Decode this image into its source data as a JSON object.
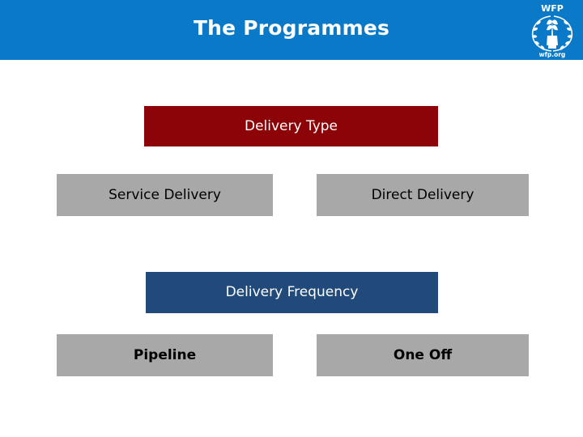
{
  "header": {
    "title": "The Programmes",
    "background_color": "#0a7ac8",
    "title_color": "#ffffff",
    "logo": {
      "name": "wfp-logo",
      "top_text": "WFP",
      "bottom_text": "wfp.org"
    }
  },
  "diagram": {
    "sections": [
      {
        "heading": {
          "label": "Delivery Type",
          "color": "#8c0408",
          "text_color": "#ffffff"
        },
        "items": [
          {
            "label": "Service Delivery",
            "color": "#a8a8a8",
            "text_color": "#000000"
          },
          {
            "label": "Direct Delivery",
            "color": "#a8a8a8",
            "text_color": "#000000"
          }
        ]
      },
      {
        "heading": {
          "label": "Delivery Frequency",
          "color": "#214a7b",
          "text_color": "#ffffff"
        },
        "items": [
          {
            "label": "Pipeline",
            "color": "#a8a8a8",
            "text_color": "#000000"
          },
          {
            "label": "One Off",
            "color": "#a8a8a8",
            "text_color": "#000000"
          }
        ]
      }
    ]
  }
}
